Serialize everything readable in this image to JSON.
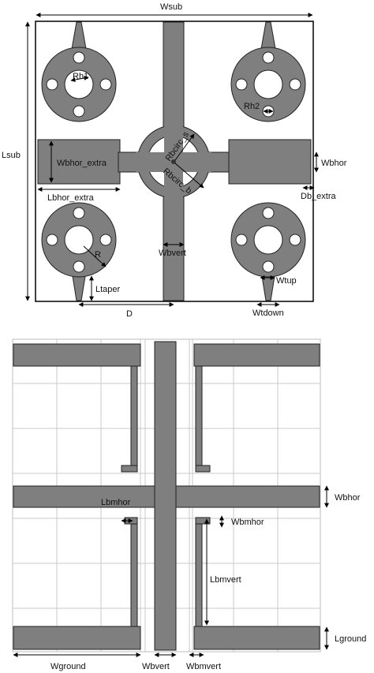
{
  "top_view": {
    "labels": {
      "wsub": "Wsub",
      "lsub": "Lsub",
      "rh1": "Rh1",
      "rh2": "Rh2",
      "rbcirc_s": "Rbcirc_s",
      "rbcirc_b": "Rbcirc_b",
      "wbhor_extra": "Wbhor_extra",
      "lbhor_extra": "Lbhor_extra",
      "wbhor": "Wbhor",
      "db_extra": "Db_extra",
      "r": "R",
      "wbvert": "Wbvert",
      "ltaper": "Ltaper",
      "wtup": "Wtup",
      "d": "D",
      "wtdown": "Wtdown"
    }
  },
  "bottom_view": {
    "labels": {
      "wbhor": "Wbhor",
      "lbmhor": "Lbmhor",
      "wbmhor": "Wbmhor",
      "lbmvert": "Lbmvert",
      "lground": "Lground",
      "wground": "Wground",
      "wbvert": "Wbvert",
      "wbmvert": "Wbmvert"
    }
  },
  "colors": {
    "metal": "#7f7f7f",
    "substrate": "#ffffff",
    "grid": "#c8c8c8"
  }
}
